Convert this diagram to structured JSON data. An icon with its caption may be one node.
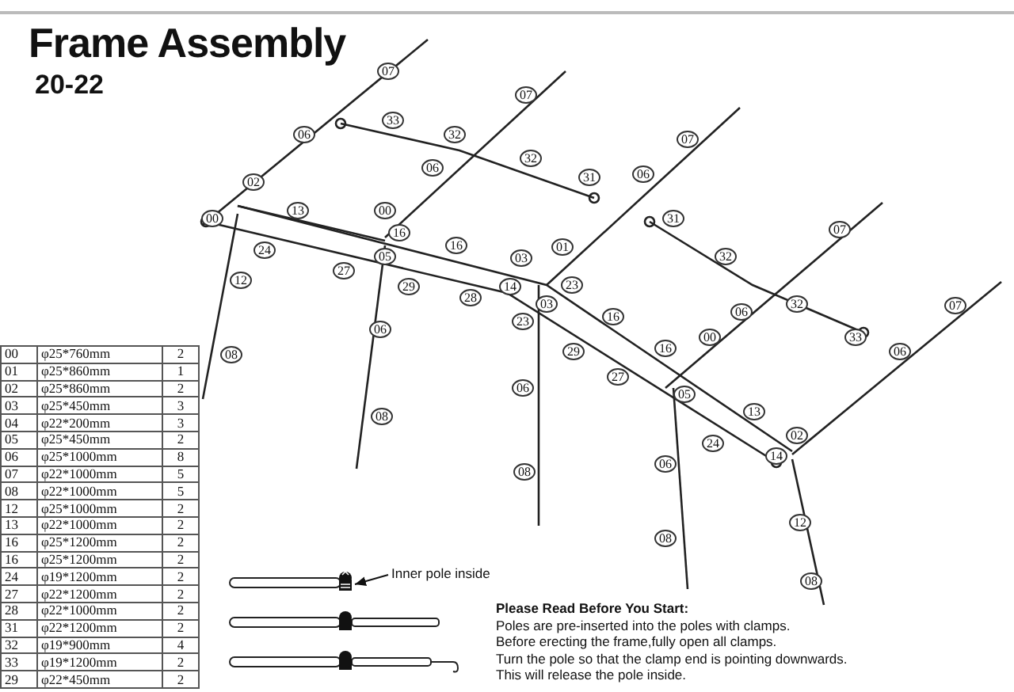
{
  "diagram": {
    "title": "Frame Assembly",
    "nodes": [
      {
        "text": [
          "Inner pole inside"
        ]
      },
      {
        "text": [],
        "shape": "box"
      }
    ],
    "edges": [
      {
        "from": 0,
        "to": 1,
        "arrow": "to"
      }
    ],
    "labels": [
      "20-22",
      "07",
      "07",
      "33",
      "06",
      "32",
      "07",
      "06",
      "32",
      "02",
      "31",
      "06",
      "00",
      "13",
      "00",
      "31",
      "16",
      "07",
      "24",
      "05",
      "16",
      "01",
      "32",
      "27",
      "03",
      "12",
      "29",
      "14",
      "23",
      "28",
      "03",
      "32",
      "07",
      "23",
      "16",
      "06",
      "06",
      "00",
      "33",
      "08",
      "29",
      "16",
      "06",
      "06",
      "27",
      "05",
      "08",
      "13",
      "24",
      "02",
      "06",
      "14",
      "08",
      "12",
      "08",
      "08",
      "00",
      "φ25*760mm",
      "2",
      "01",
      "φ25*860mm",
      "1",
      "02",
      "φ25*860mm",
      "2",
      "03",
      "φ25*450mm",
      "3",
      "04",
      "φ22*200mm",
      "3",
      "05",
      "φ25*450mm",
      "2",
      "06",
      "φ25*1000mm",
      "8",
      "07",
      "φ22*1000mm",
      "5",
      "08",
      "φ22*1000mm",
      "5",
      "12",
      "φ25*1000mm",
      "2",
      "13",
      "φ22*1000mm",
      "2",
      "16",
      "φ25*1200mm",
      "2",
      "16",
      "φ25*1200mm",
      "2",
      "24",
      "φ19*1200mm",
      "2",
      "27",
      "φ22*1200mm",
      "2",
      "28",
      "φ22*1000mm",
      "2",
      "31",
      "φ22*1200mm",
      "2",
      "32",
      "φ19*900mm",
      "4",
      "33",
      "φ19*1200mm",
      "2",
      "29",
      "φ22*450mm",
      "2",
      "Please Read Before You Start:",
      "Poles are pre-inserted into the poles with clamps.",
      "Before erecting the frame,fully open all clamps.",
      "Turn the pole so that the clamp end is pointing downwards.",
      "This will release the pole inside."
    ]
  }
}
